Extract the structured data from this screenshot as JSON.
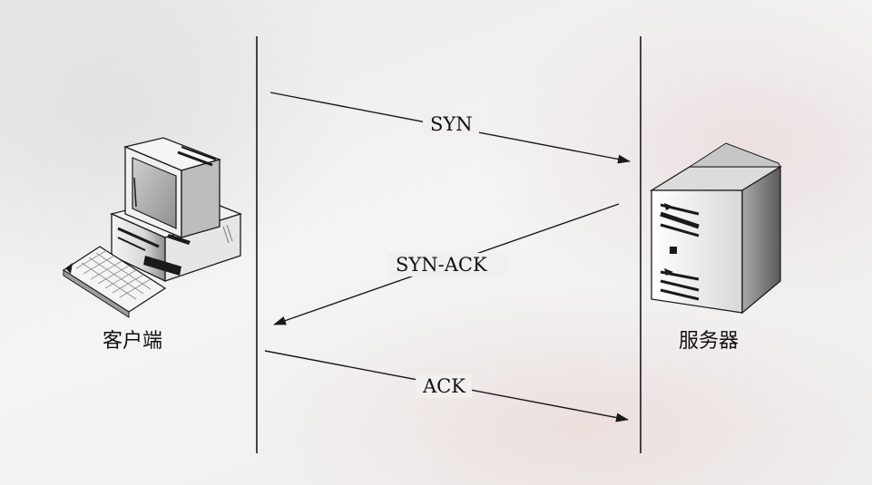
{
  "nodes": {
    "client": {
      "label": "客户端",
      "icon": "desktop-computer-icon"
    },
    "server": {
      "label": "服务器",
      "icon": "tower-server-icon"
    }
  },
  "messages": [
    {
      "label": "SYN",
      "from": "client",
      "to": "server"
    },
    {
      "label": "SYN-ACK",
      "from": "server",
      "to": "client"
    },
    {
      "label": "ACK",
      "from": "client",
      "to": "server"
    }
  ],
  "colors": {
    "line": "#1a1a1a",
    "text": "#111111"
  }
}
